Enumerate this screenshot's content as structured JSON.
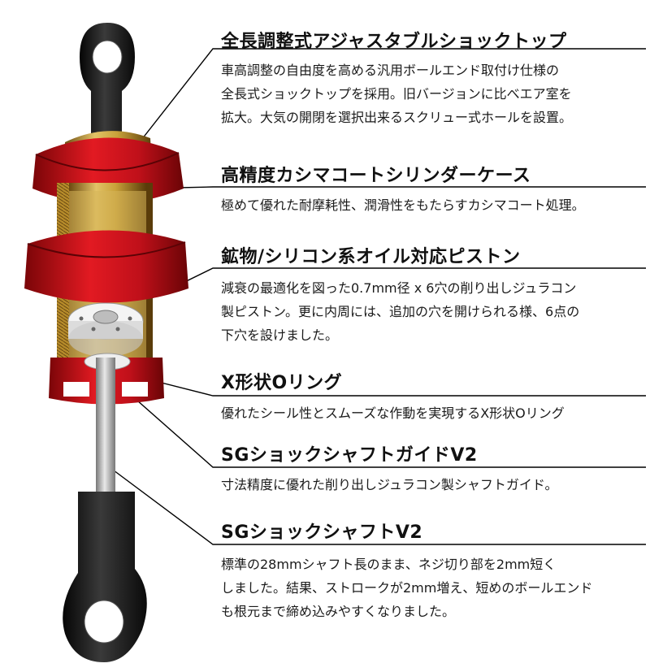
{
  "features": [
    {
      "title": "全長調整式アジャスタブルショックトップ",
      "description": "車高調整の自由度を高める汎用ボールエンド取付け仕様の\n全長式ショックトップを採用。旧バージョンに比べエア室を\n拡大。大気の開閉を選択出来るスクリュー式ホールを設置。"
    },
    {
      "title": "高精度カシマコートシリンダーケース",
      "description": "極めて優れた耐摩耗性、潤滑性をもたらすカシマコート処理。"
    },
    {
      "title": "鉱物/シリコン系オイル対応ピストン",
      "description": "減衰の最適化を図った0.7mm径 x 6穴の削り出しジュラコン\n製ピストン。更に内周には、追加の穴を開けられる様、6点の\n下穴を設けました。"
    },
    {
      "title": "X形状Oリング",
      "description": "優れたシール性とスムーズな作動を実現するX形状Oリング"
    },
    {
      "title": "SGショックシャフトガイドV2",
      "description": "寸法精度に優れた削り出しジュラコン製シャフトガイド。"
    },
    {
      "title": "SGショックシャフトV2",
      "description": "標準の28mmシャフト長のまま、ネジ切り部を2mm短く\nしました。結果、ストロークが2mm増え、短めのボールエンド\nも根元まで締め込みやすくなりました。"
    }
  ],
  "colors": {
    "red_collar": "#d4101b",
    "dark_red": "#8a0a10",
    "gold_body": "#c9a23a",
    "black_end": "#1b1b1b",
    "silver_shaft": "#b8b8b8",
    "leader_line": "#000000"
  }
}
